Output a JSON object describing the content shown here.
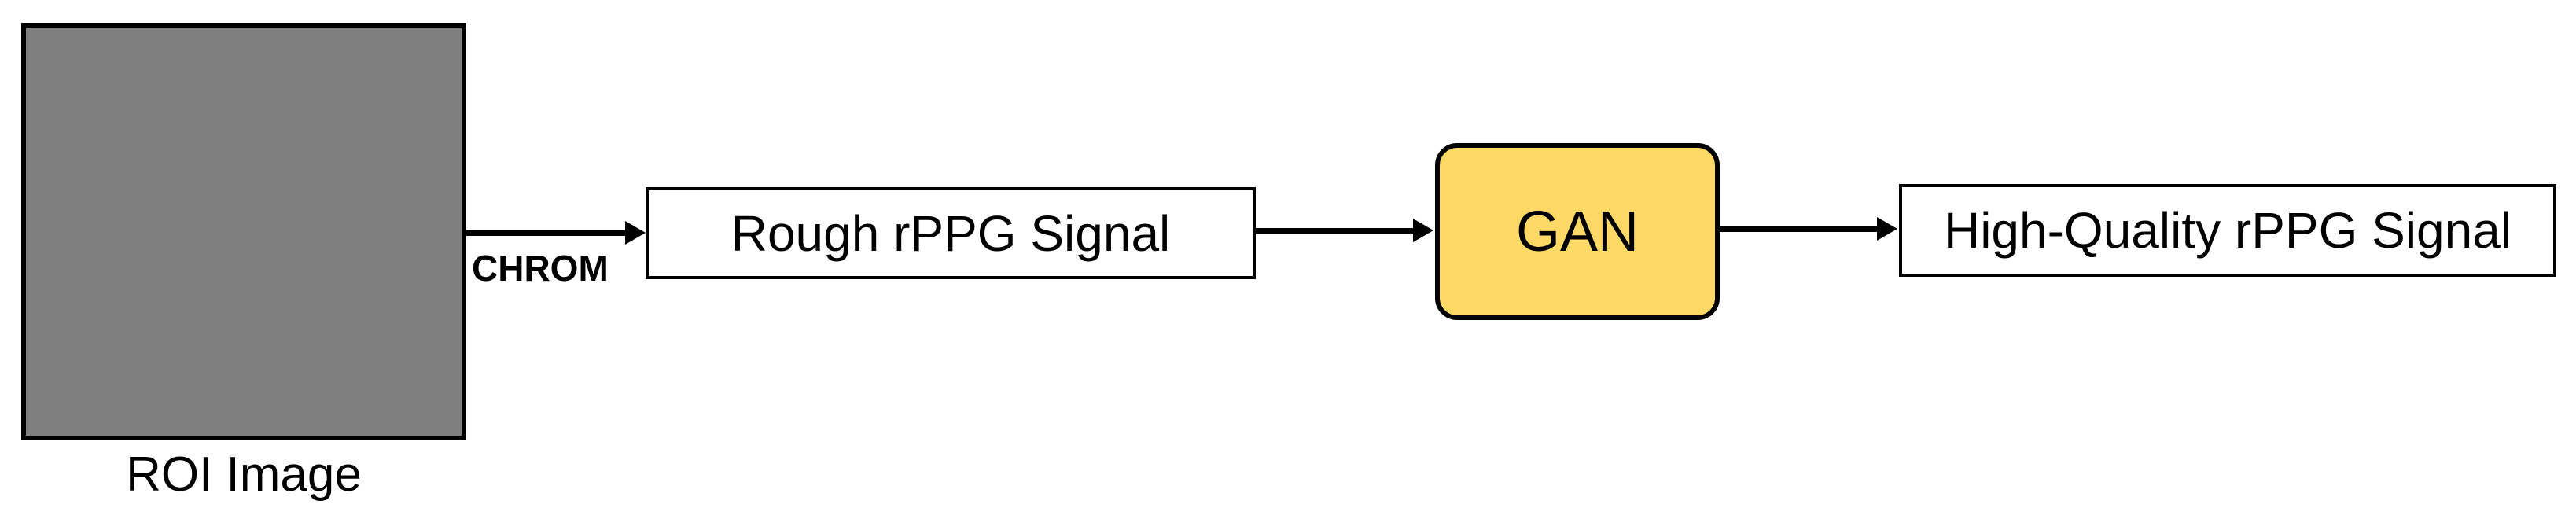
{
  "diagram": {
    "description": "rPPG signal enhancement pipeline flow diagram",
    "nodes": [
      {
        "id": "roi-image",
        "label": "ROI Image",
        "shape": "image-placeholder-rect",
        "fill": "#7f7f7f",
        "stroke": "#000000"
      },
      {
        "id": "rough-rppg",
        "label": "Rough rPPG Signal",
        "shape": "rect",
        "fill": "#ffffff",
        "stroke": "#000000"
      },
      {
        "id": "gan",
        "label": "GAN",
        "shape": "rounded-rect",
        "fill": "#ffd966",
        "stroke": "#000000"
      },
      {
        "id": "hq-rppg",
        "label": "High-Quality rPPG Signal",
        "shape": "rect",
        "fill": "#ffffff",
        "stroke": "#000000"
      }
    ],
    "edges": [
      {
        "from": "roi-image",
        "to": "rough-rppg",
        "label": "CHROM",
        "style": "arrow-right"
      },
      {
        "from": "rough-rppg",
        "to": "gan",
        "label": "",
        "style": "arrow-right"
      },
      {
        "from": "gan",
        "to": "hq-rppg",
        "label": "",
        "style": "arrow-right"
      }
    ],
    "colors": {
      "background": "#ffffff",
      "roi_fill": "#7f7f7f",
      "gan_fill": "#ffd966",
      "stroke": "#000000"
    }
  }
}
